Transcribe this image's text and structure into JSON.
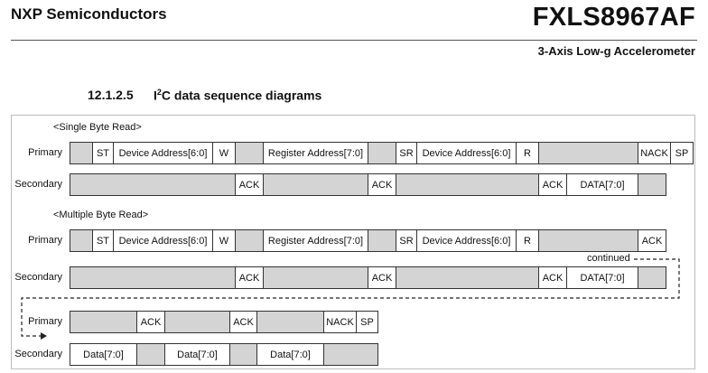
{
  "header": {
    "company": "NXP Semiconductors",
    "product": "FXLS8967AF",
    "subtitle": "3-Axis Low-g Accelerometer"
  },
  "section": {
    "number": "12.1.2.5",
    "title_prefix": "I",
    "title_sup": "2",
    "title_rest": "C data sequence diagrams"
  },
  "diagram": {
    "labels": {
      "primary": "Primary",
      "secondary": "Secondary"
    },
    "single_byte_read": {
      "title": "<Single Byte Read>",
      "primary": [
        "",
        "ST",
        "Device Address[6:0]",
        "W",
        "",
        "Register Address[7:0]",
        "",
        "SR",
        "Device Address[6:0]",
        "R",
        "",
        "NACK",
        "SP"
      ],
      "secondary": [
        "",
        "ACK",
        "",
        "ACK",
        "",
        "ACK",
        "DATA[7:0]",
        ""
      ]
    },
    "multiple_byte_read": {
      "title": "<Multiple Byte Read>",
      "primary": [
        "",
        "ST",
        "Device Address[6:0]",
        "W",
        "",
        "Register Address[7:0]",
        "",
        "SR",
        "Device Address[6:0]",
        "R",
        "",
        "ACK",
        ""
      ],
      "secondary": [
        "",
        "ACK",
        "",
        "ACK",
        "",
        "ACK",
        "DATA[7:0]",
        ""
      ],
      "continued_label": "continued",
      "primary_cont": [
        "",
        "ACK",
        "",
        "ACK",
        "",
        "NACK",
        "SP"
      ],
      "secondary_cont": [
        "Data[7:0]",
        "",
        "Data[7:0]",
        "",
        "Data[7:0]",
        ""
      ]
    }
  }
}
